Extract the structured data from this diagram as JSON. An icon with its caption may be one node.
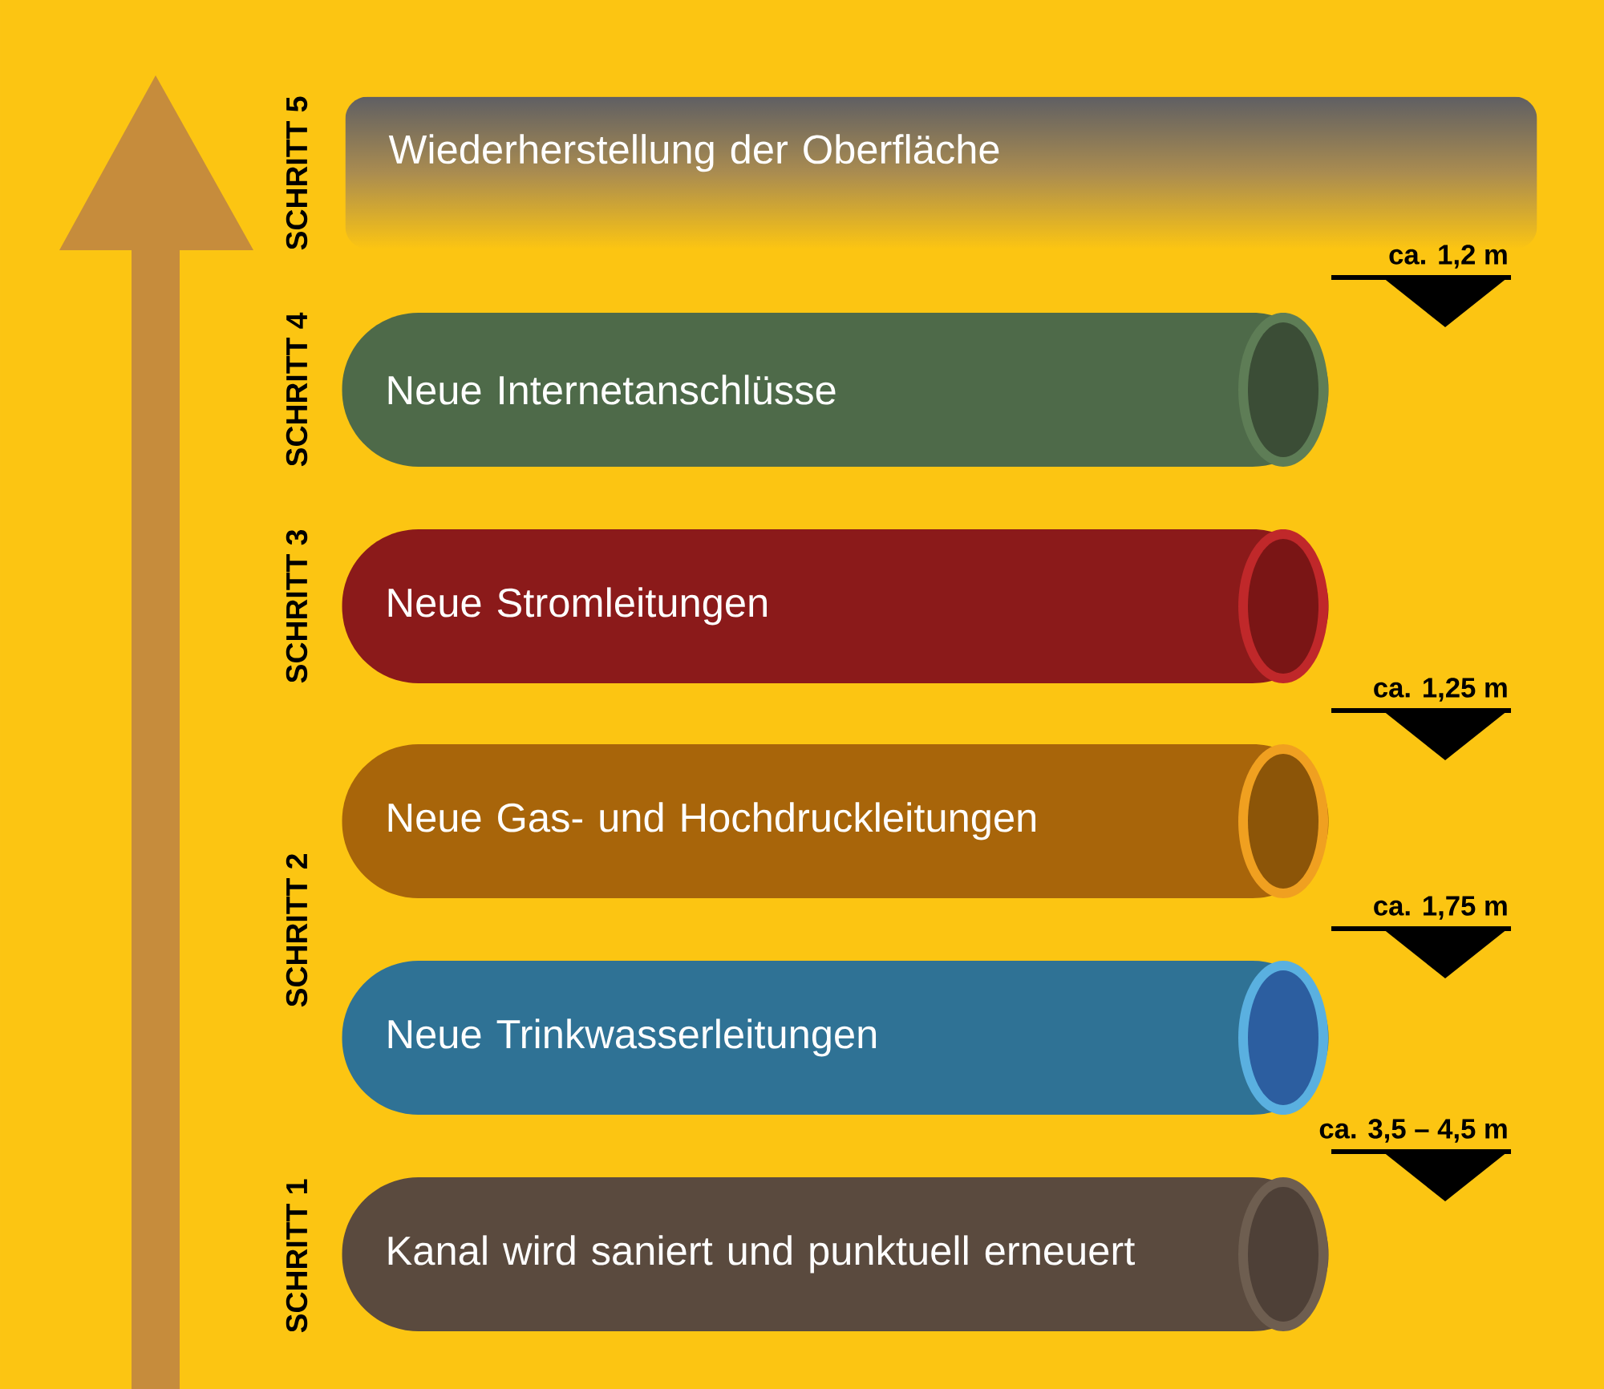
{
  "diagram": {
    "nodes": [
      {
        "text": [
          "Wiederherstellung der Oberfläche"
        ]
      },
      {
        "text": [
          "Neue Internetanschlüsse"
        ]
      },
      {
        "text": [
          "Neue Stromleitungen"
        ]
      },
      {
        "text": [
          "Neue Gas- und Hochdruckleitungen"
        ]
      },
      {
        "text": [
          "Neue Trinkwasserleitungen"
        ]
      },
      {
        "text": [
          "Kanal wird saniert und punktuell erneuert"
        ]
      }
    ],
    "labels": [
      "SCHRITT 5",
      "ca. 1,2 m",
      "SCHRITT 4",
      "SCHRITT 3",
      "ca. 1,25 m",
      "SCHRITT 2",
      "ca. 1,75 m",
      "ca. 3,5 – 4,5 m",
      "SCHRITT 1"
    ]
  }
}
